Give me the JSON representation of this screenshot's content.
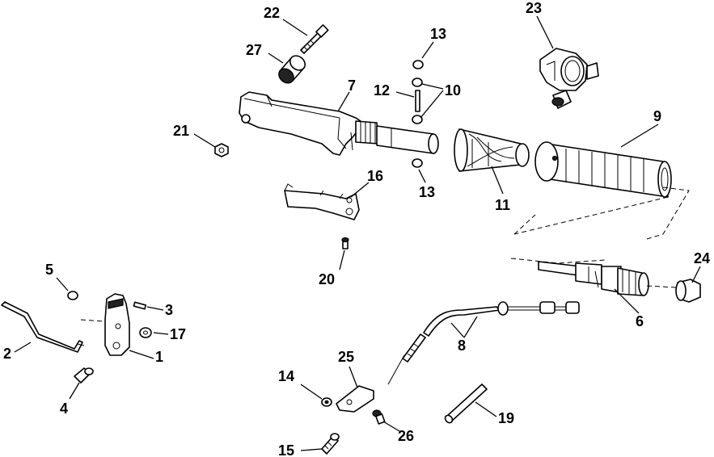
{
  "callouts": {
    "c1": "1",
    "c2": "2",
    "c3": "3",
    "c4": "4",
    "c5": "5",
    "c6": "6",
    "c7": "7",
    "c8": "8",
    "c9": "9",
    "c10": "10",
    "c11": "11",
    "c12": "12",
    "c13a": "13",
    "c13b": "13",
    "c14": "14",
    "c15": "15",
    "c16": "16",
    "c17": "17",
    "c19": "19",
    "c20": "20",
    "c21": "21",
    "c22": "22",
    "c23": "23",
    "c24": "24",
    "c25": "25",
    "c26": "26",
    "c27": "27"
  }
}
